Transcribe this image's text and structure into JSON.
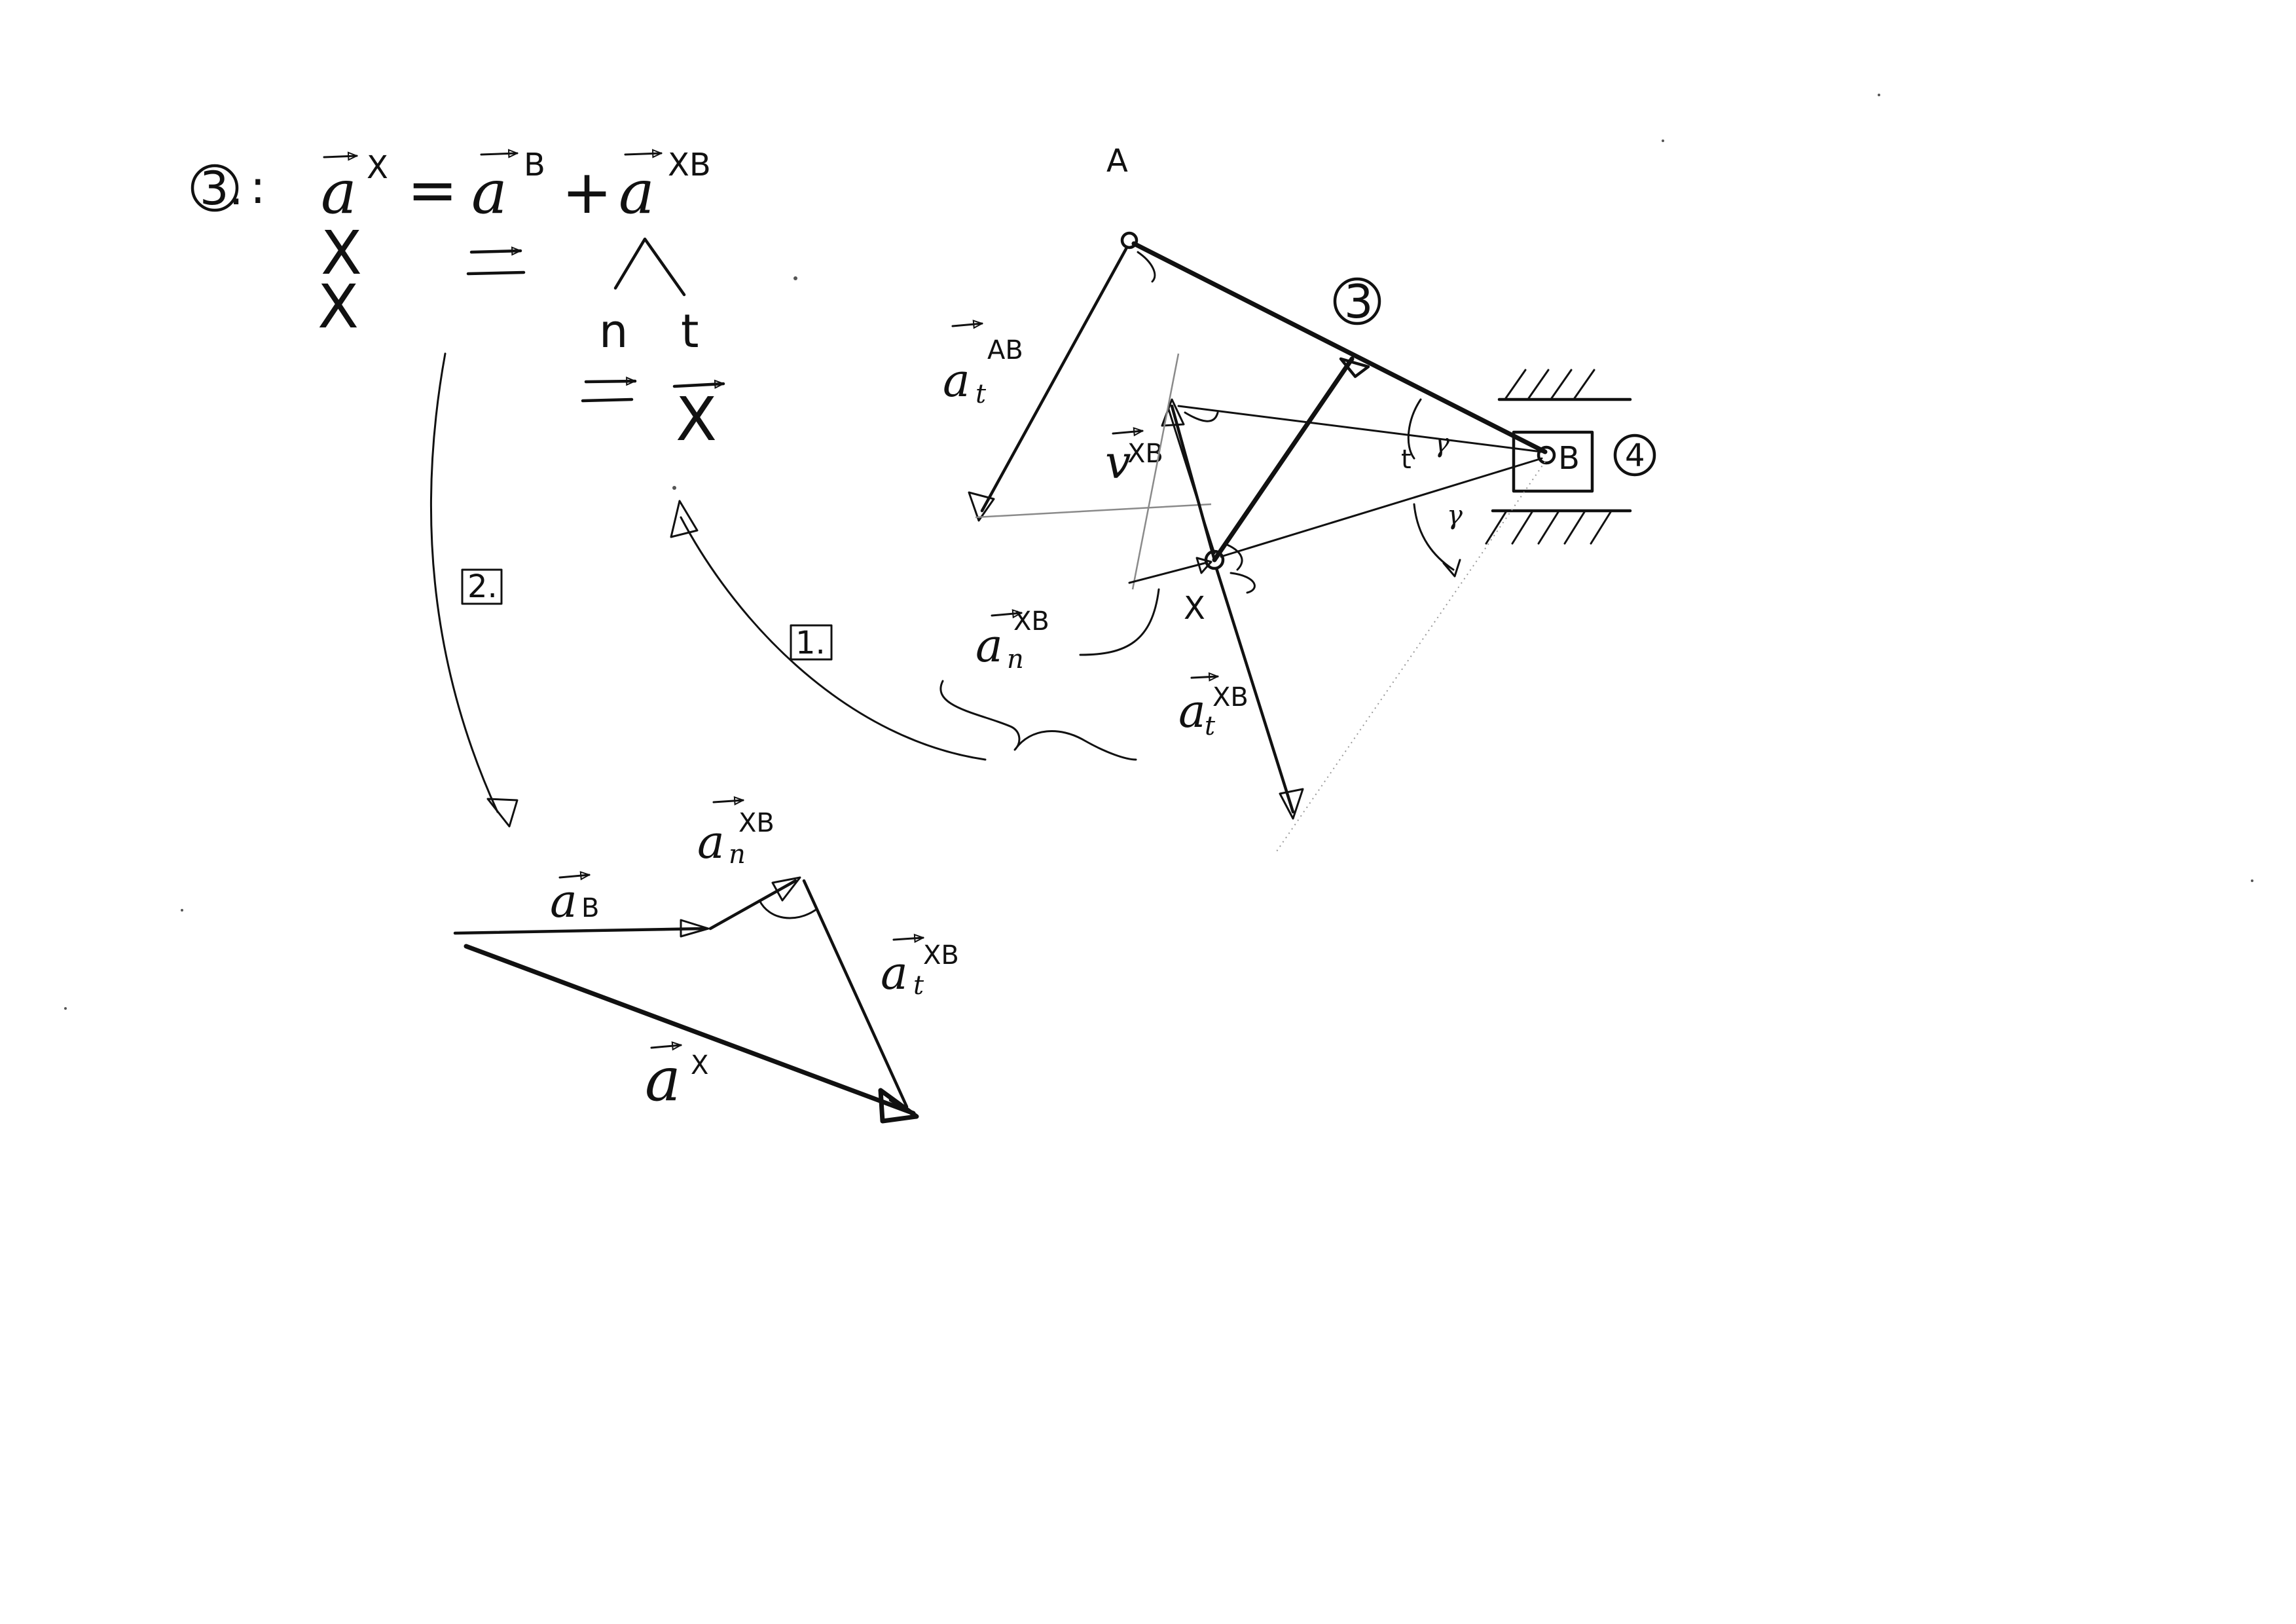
{
  "equation": {
    "number": "3.",
    "colon": ":",
    "lhs_base": "a",
    "lhs_sup": "X",
    "equals": "=",
    "term1_base": "a",
    "term1_sup": "B",
    "plus": "+",
    "term2_base": "a",
    "term2_sup": "XB",
    "row1_lhs": "X",
    "row2_lhs": "X",
    "label_n": "n",
    "label_t": "t",
    "label_t_value": "X"
  },
  "step_labels": {
    "step1": "1.",
    "step2": "2."
  },
  "mechanism": {
    "point_A": "A",
    "point_X": "X",
    "point_B": "B",
    "link_number": "3",
    "slider_number": "4",
    "angle_label_1": "γ",
    "angle_label_2": "γ",
    "angle_label_t": "t",
    "a_t_AB_base": "a",
    "a_t_AB_sub": "t",
    "a_t_AB_sup": "AB",
    "v_XB_base": "v",
    "v_XB_sup": "XB",
    "a_n_XB_base": "a",
    "a_n_XB_sub": "n",
    "a_n_XB_sup": "XB",
    "a_t_XB_base": "a",
    "a_t_XB_sub": "t",
    "a_t_XB_sup": "XB"
  },
  "vector_polygon": {
    "a_B_base": "a",
    "a_B_sub": "B",
    "a_n_XB_base": "a",
    "a_n_XB_sub": "n",
    "a_n_XB_sup": "XB",
    "a_t_XB_base": "a",
    "a_t_XB_sub": "t",
    "a_t_XB_sup": "XB",
    "a_X_base": "a",
    "a_X_sup": "X"
  }
}
